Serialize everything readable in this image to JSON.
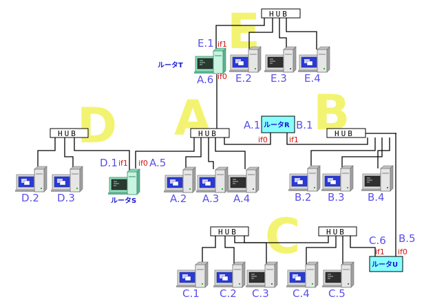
{
  "colors": {
    "segment_letter": "#f2f25a",
    "address_text": "#5a4fe8",
    "interface_text": "#d01010",
    "router_label": "#1818d0",
    "router_box": "#88ffff",
    "router_pc": "#7fd6b0"
  },
  "segments": [
    {
      "id": "E",
      "label": "E"
    },
    {
      "id": "D",
      "label": "D"
    },
    {
      "id": "A",
      "label": "A"
    },
    {
      "id": "B",
      "label": "B"
    },
    {
      "id": "C",
      "label": "C"
    }
  ],
  "hub_label": "HUB",
  "hubs": [
    "hub-e",
    "hub-d",
    "hub-a",
    "hub-b",
    "hub-c1",
    "hub-c2"
  ],
  "routers": {
    "T": {
      "label": "ルータT",
      "name_prefix": "ルータ",
      "letter": "T",
      "if1_addr": "E.1",
      "if0_addr": "A.6",
      "if1": "if1",
      "if0": "if0",
      "style": "pc"
    },
    "S": {
      "label": "ルータS",
      "name_prefix": "ルータ",
      "letter": "S",
      "if1_addr": "D.1",
      "if0_addr": "A.5",
      "if1": "if1",
      "if0": "if0",
      "style": "pc"
    },
    "R": {
      "label": "ルータR",
      "name_prefix": "ルータ",
      "letter": "R",
      "if0_addr": "A.1",
      "if1_addr": "B.1",
      "if0": "if0",
      "if1": "if1",
      "style": "box"
    },
    "U": {
      "label": "ルータU",
      "name_prefix": "ルータ",
      "letter": "U",
      "if1_addr": "C.6",
      "if0_addr": "B.5",
      "if1": "if1",
      "if0": "if0",
      "style": "box"
    }
  },
  "hosts": [
    {
      "addr": "E.2",
      "screen": "window"
    },
    {
      "addr": "E.3",
      "screen": "terminal"
    },
    {
      "addr": "E.4",
      "screen": "window"
    },
    {
      "addr": "D.2",
      "screen": "window"
    },
    {
      "addr": "D.3",
      "screen": "window"
    },
    {
      "addr": "A.2",
      "screen": "window"
    },
    {
      "addr": "A.3",
      "screen": "window"
    },
    {
      "addr": "A.4",
      "screen": "terminal"
    },
    {
      "addr": "B.2",
      "screen": "window"
    },
    {
      "addr": "B.3",
      "screen": "window"
    },
    {
      "addr": "B.4",
      "screen": "terminal"
    },
    {
      "addr": "C.1",
      "screen": "window"
    },
    {
      "addr": "C.2",
      "screen": "window"
    },
    {
      "addr": "C.3",
      "screen": "terminal"
    },
    {
      "addr": "C.4",
      "screen": "window"
    },
    {
      "addr": "C.5",
      "screen": "terminal"
    }
  ]
}
